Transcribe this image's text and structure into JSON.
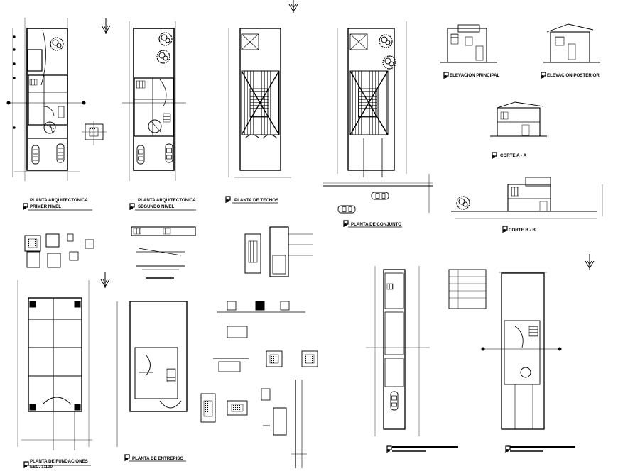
{
  "sheet": {
    "titles": {
      "planta_primer_nivel_1": "PLANTA ARQUITECTONICA",
      "planta_primer_nivel_2": "PRIMER NIVEL",
      "planta_segundo_nivel_1": "PLANTA ARQUITECTONICA",
      "planta_segundo_nivel_2": "SEGUNDO NIVEL",
      "planta_techos": "PLANTA DE TECHOS",
      "planta_conjunto": "PLANTA DE CONJUNTO",
      "elevacion_principal": "ELEVACION PRINCIPAL",
      "elevacion_posterior": "ELEVACION POSTERIOR",
      "corte_a": "CORTE A - A",
      "corte_b": "CORTE B - B",
      "planta_fundaciones_1": "PLANTA DE FUNDACIONES",
      "planta_fundaciones_2": "ESC. 1:100",
      "planta_entrepiso": "PLANTA DE ENTREPISO"
    },
    "colors": {
      "ink": "#000000",
      "paper": "#ffffff"
    },
    "icons": [
      "north-arrow-icon",
      "car-icon",
      "tree-icon",
      "section-marker-icon"
    ]
  }
}
